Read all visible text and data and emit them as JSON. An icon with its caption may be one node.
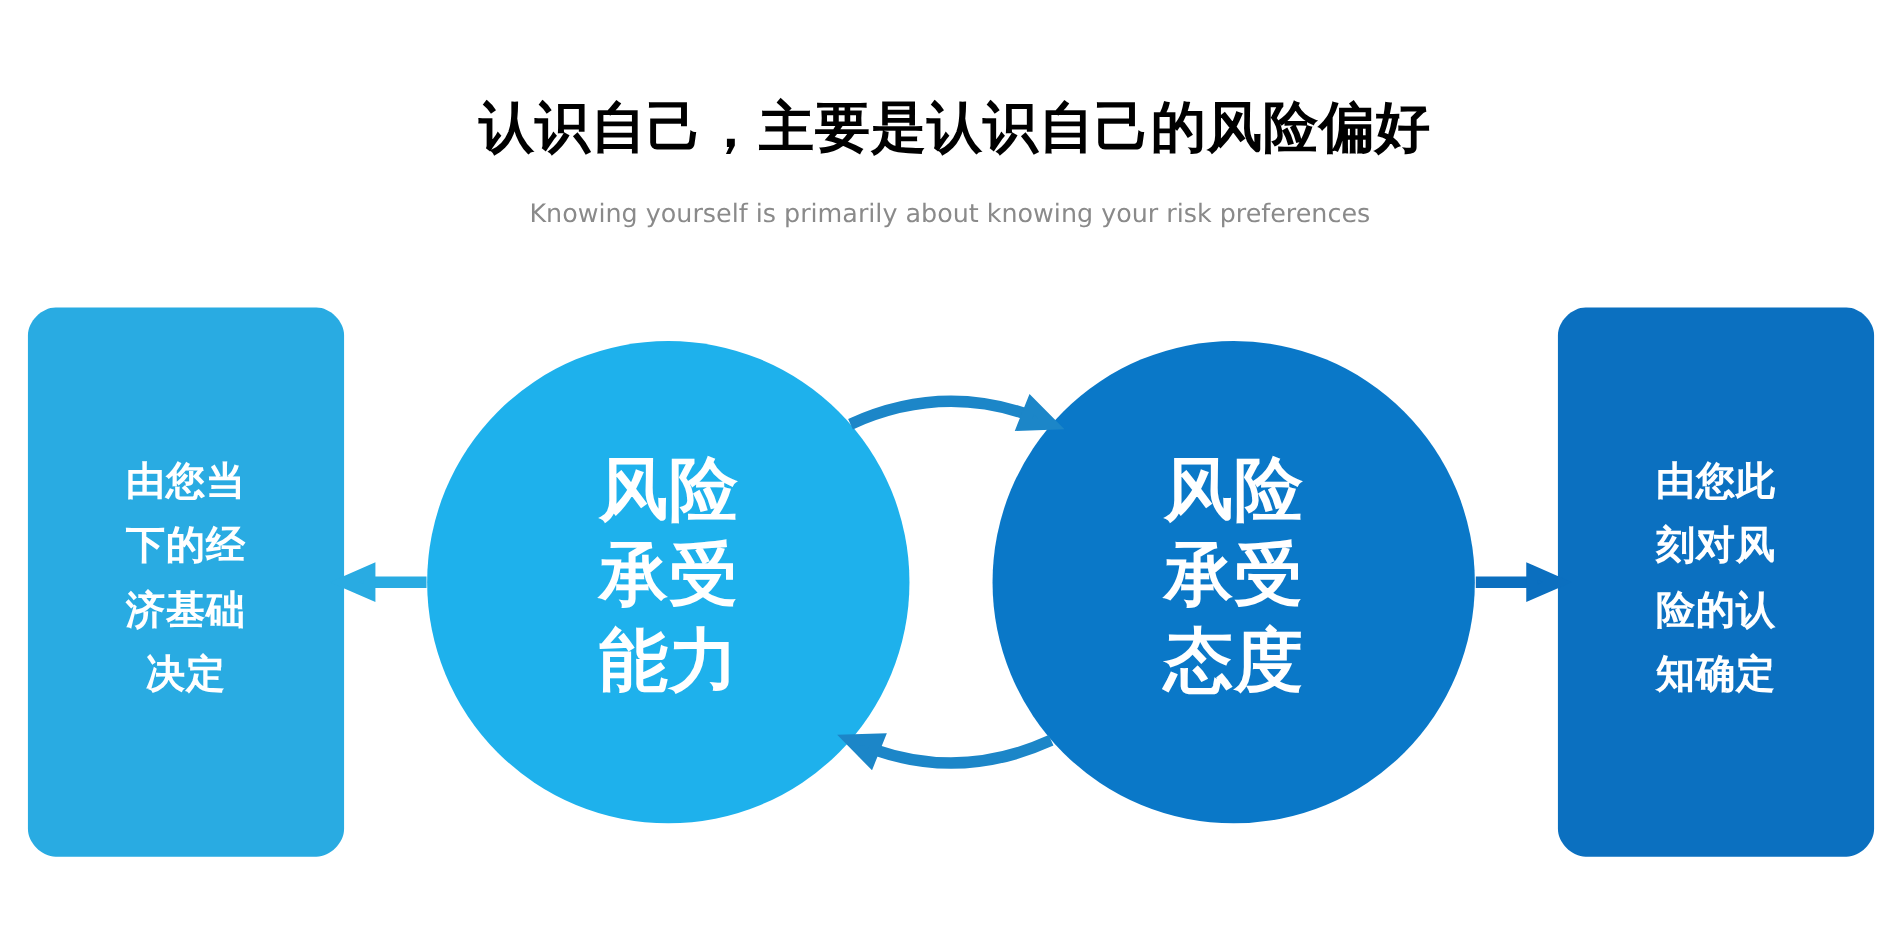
{
  "diagram": {
    "title": "认识自己，主要是认识自己的风险偏好",
    "nodes": [
      {
        "text": [
          "由您当下的经济基础决定"
        ]
      },
      {
        "text": [
          "风险承受能力"
        ]
      },
      {
        "text": [
          "风险承受态度"
        ]
      },
      {
        "text": [
          "由您此刻对风险的认知确定"
        ]
      }
    ],
    "edges": [
      {
        "from": 2,
        "to": 1,
        "arrow": "to"
      },
      {
        "from": 1,
        "to": 2,
        "arrow": "to"
      },
      {
        "from": 1,
        "to": 0,
        "arrow": "to",
        "color": "#29abe2"
      },
      {
        "from": 2,
        "to": 3,
        "arrow": "to",
        "color": "#0b6fbf"
      }
    ],
    "labels": [
      "Knowing yourself is primarily about knowing your risk preferences"
    ]
  }
}
